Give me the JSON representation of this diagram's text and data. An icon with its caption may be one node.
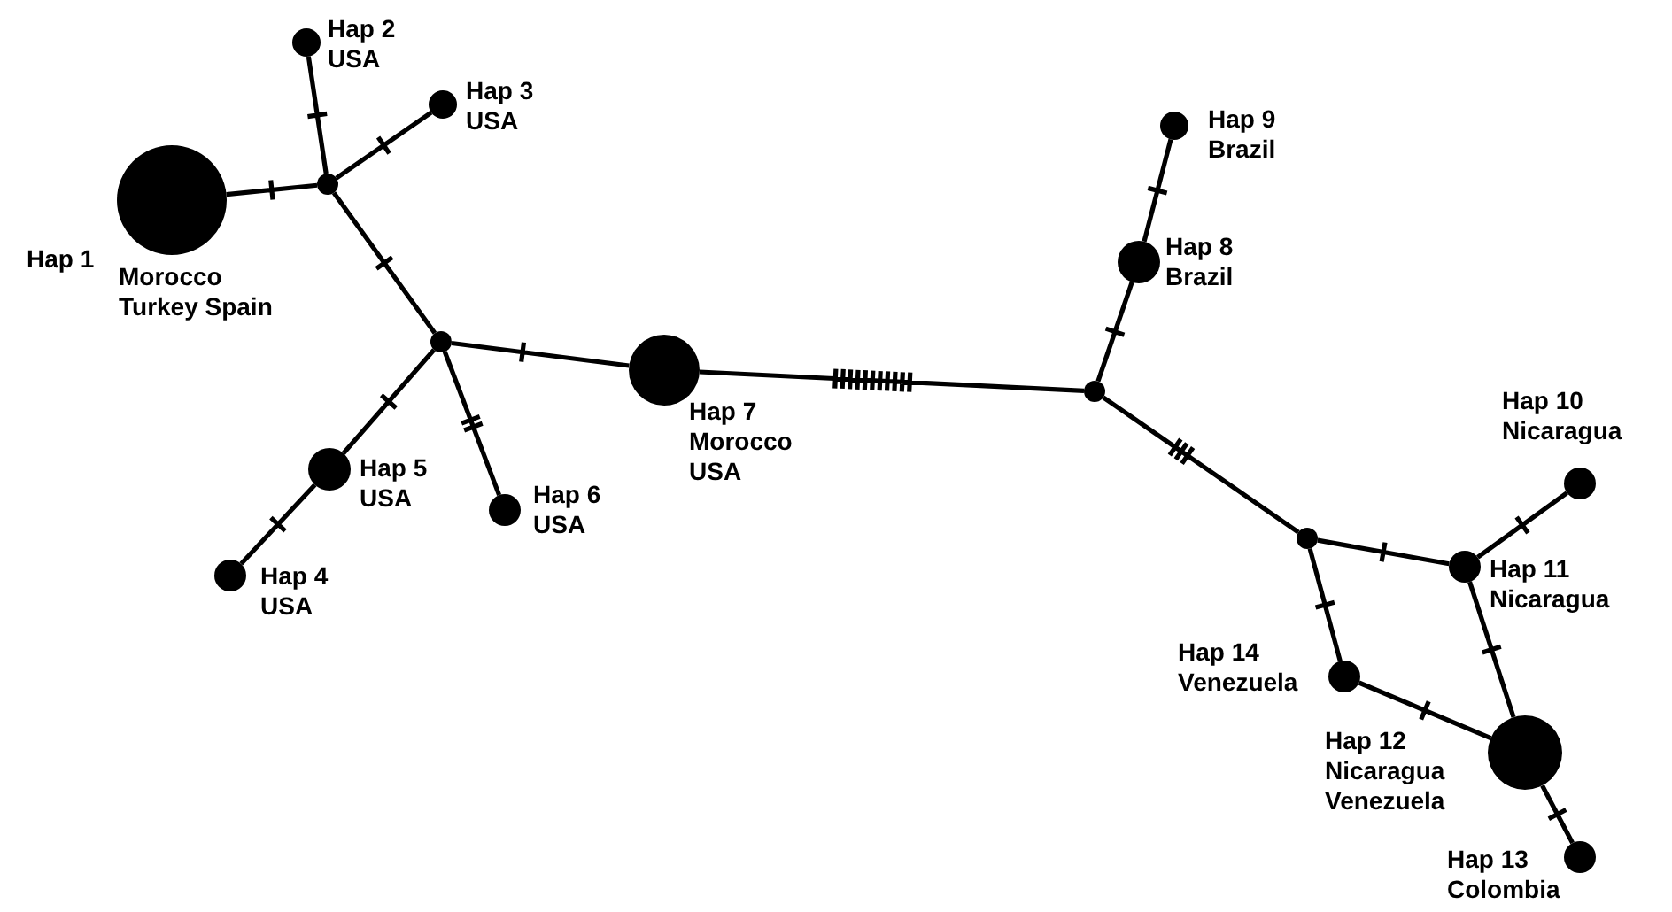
{
  "diagram": {
    "nodes": [
      {
        "text": [],
        "shape": "circle",
        "beside": [
          "Hap 1",
          "Morocco Turkey Spain"
        ]
      },
      {
        "text": [],
        "shape": "circle",
        "beside": [
          "Hap 2",
          "USA"
        ]
      },
      {
        "text": [],
        "shape": "circle",
        "beside": [
          "Hap 3",
          "USA"
        ]
      },
      {
        "text": [],
        "shape": "circle"
      },
      {
        "text": [],
        "shape": "circle"
      },
      {
        "text": [],
        "shape": "circle",
        "beside": [
          "Hap 5",
          "USA"
        ]
      },
      {
        "text": [],
        "shape": "circle",
        "beside": [
          "Hap 6",
          "USA"
        ]
      },
      {
        "text": [],
        "shape": "circle",
        "beside": [
          "Hap 4",
          "USA"
        ]
      },
      {
        "text": [],
        "shape": "circle",
        "beside": [
          "Hap 7",
          "Morocco USA"
        ]
      },
      {
        "text": [],
        "shape": "circle",
        "beside": [
          "Hap 9",
          "Brazil"
        ]
      },
      {
        "text": [],
        "shape": "circle",
        "beside": [
          "Hap 8",
          "Brazil"
        ]
      },
      {
        "text": [],
        "shape": "circle"
      },
      {
        "text": [],
        "shape": "circle",
        "beside": [
          "Hap 10",
          "Nicaragua"
        ]
      },
      {
        "text": [],
        "shape": "circle",
        "beside": [
          "Hap 11",
          "Nicaragua"
        ]
      },
      {
        "text": [],
        "shape": "circle"
      },
      {
        "text": [],
        "shape": "circle",
        "beside": [
          "Hap 14",
          "Venezuela"
        ]
      },
      {
        "text": [],
        "shape": "circle",
        "beside": [
          "Hap 12",
          "Nicaragua Venezuela"
        ]
      },
      {
        "text": [],
        "shape": "circle",
        "beside": [
          "Hap 13",
          "Colombia"
        ]
      }
    ],
    "edges": [
      {
        "from": 0,
        "to": 3,
        "arrow": "none"
      },
      {
        "from": 1,
        "to": 3,
        "arrow": "none"
      },
      {
        "from": 2,
        "to": 3,
        "arrow": "none"
      },
      {
        "from": 3,
        "to": 4,
        "arrow": "none"
      },
      {
        "from": 4,
        "to": 5,
        "arrow": "none"
      },
      {
        "from": 5,
        "to": 7,
        "arrow": "none"
      },
      {
        "from": 4,
        "to": 6,
        "arrow": "none"
      },
      {
        "from": 4,
        "to": 8,
        "arrow": "none"
      },
      {
        "from": 8,
        "to": 11,
        "arrow": "none"
      },
      {
        "from": 11,
        "to": 10,
        "arrow": "none"
      },
      {
        "from": 10,
        "to": 9,
        "arrow": "none"
      },
      {
        "from": 11,
        "to": 14,
        "arrow": "none"
      },
      {
        "from": 14,
        "to": 13,
        "arrow": "none"
      },
      {
        "from": 13,
        "to": 12,
        "arrow": "none"
      },
      {
        "from": 14,
        "to": 15,
        "arrow": "none"
      },
      {
        "from": 15,
        "to": 16,
        "arrow": "none"
      },
      {
        "from": 13,
        "to": 16,
        "arrow": "none"
      },
      {
        "from": 16,
        "to": 17,
        "arrow": "none"
      }
    ]
  }
}
